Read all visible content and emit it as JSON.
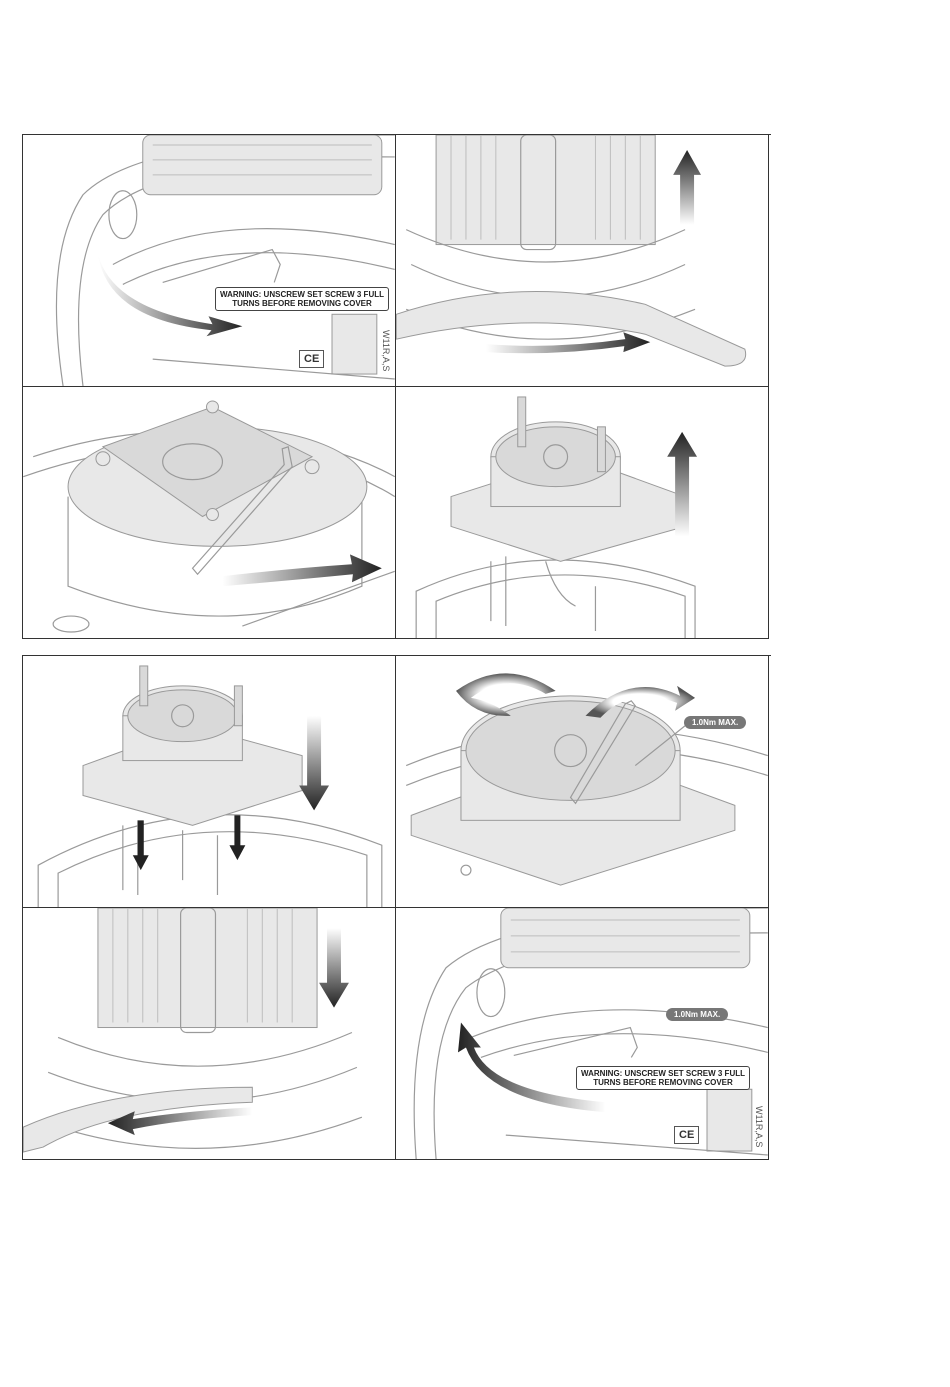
{
  "warning_label": {
    "line1": "WARNING: UNSCREW SET SCREW 3 FULL",
    "line2": "TURNS BEFORE REMOVING COVER"
  },
  "torque_label": "1.0Nm MAX.",
  "ce_mark": "CE",
  "side_code": "W11R,A,S",
  "colors": {
    "line": "#9a9a9a",
    "arrow_dark": "#333333",
    "frame": "#333333"
  }
}
